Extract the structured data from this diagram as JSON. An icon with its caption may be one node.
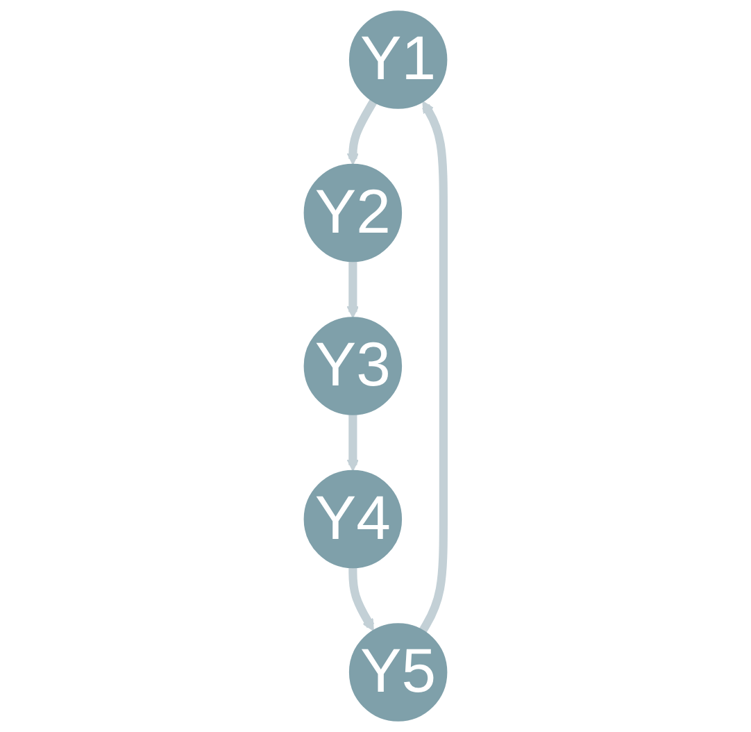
{
  "diagram": {
    "nodes": [
      {
        "text": [
          "Y1"
        ]
      },
      {
        "text": [
          "Y2"
        ]
      },
      {
        "text": [
          "Y3"
        ]
      },
      {
        "text": [
          "Y4"
        ]
      },
      {
        "text": [
          "Y5"
        ]
      }
    ],
    "edges": [
      {
        "from": 0,
        "to": 1,
        "arrow": "to"
      },
      {
        "from": 1,
        "to": 2,
        "arrow": "to"
      },
      {
        "from": 2,
        "to": 3,
        "arrow": "to"
      },
      {
        "from": 3,
        "to": 4,
        "arrow": "to"
      },
      {
        "from": 4,
        "to": 0,
        "arrow": "to"
      }
    ]
  }
}
